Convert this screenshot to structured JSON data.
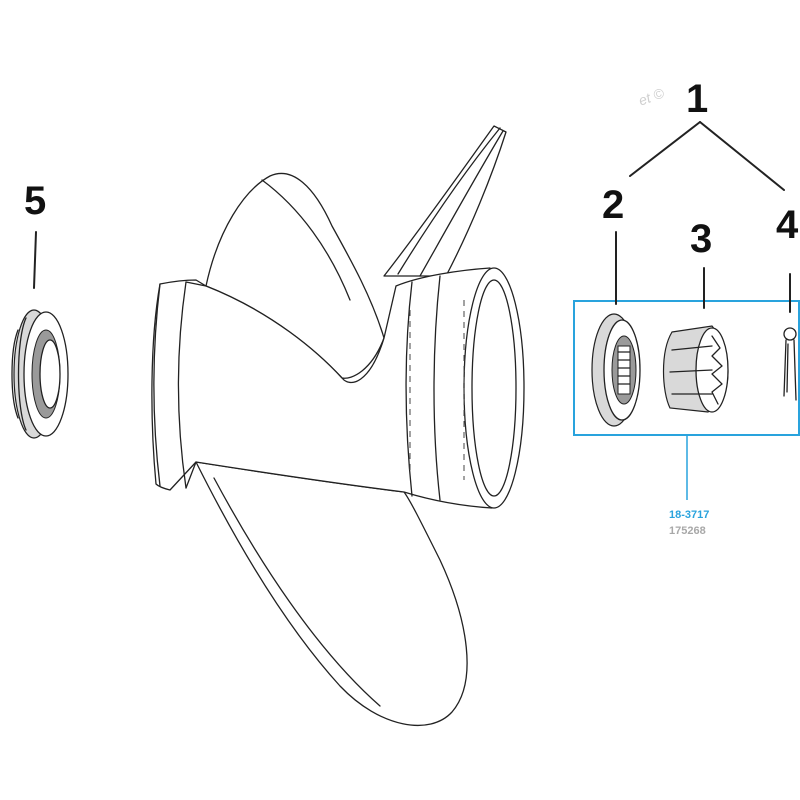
{
  "callouts": [
    {
      "id": "1",
      "label": "1"
    },
    {
      "id": "2",
      "label": "2"
    },
    {
      "id": "3",
      "label": "3"
    },
    {
      "id": "4",
      "label": "4"
    },
    {
      "id": "5",
      "label": "5"
    }
  ],
  "kit": {
    "part_number": "18-3717",
    "alt_number": "175268"
  },
  "watermark": "et ©",
  "colors": {
    "accent": "#29a3dd",
    "alt_number": "#a8a8a8",
    "line": "#222222"
  }
}
